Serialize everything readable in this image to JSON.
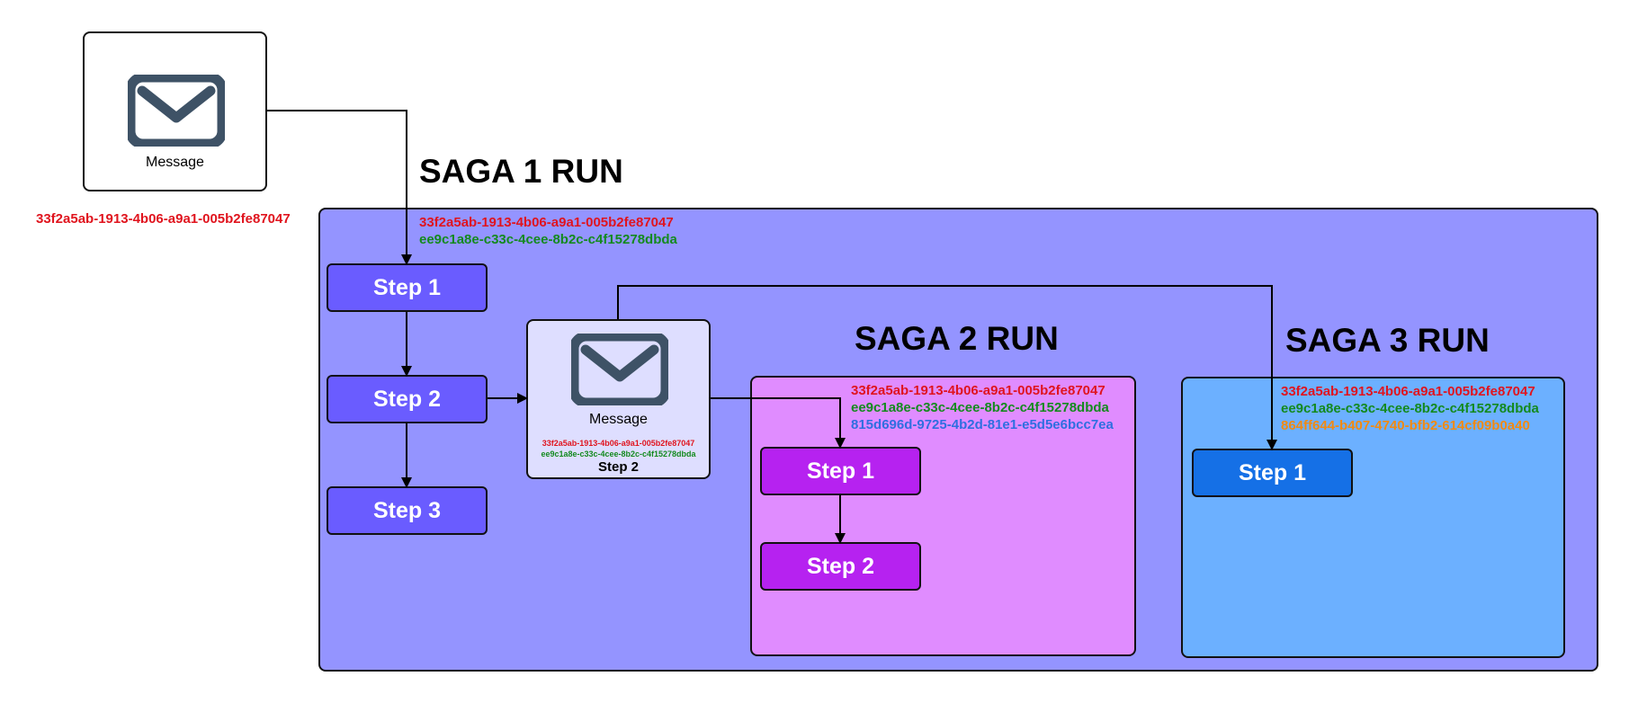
{
  "colors": {
    "id_red": "#e0141e",
    "id_green": "#148a1e",
    "id_blue": "#2f6fe0",
    "id_orange": "#f28a10",
    "saga1_bg": "#9494ff",
    "saga1_step": "#6a5cff",
    "saga2_bg": "#e08cff",
    "saga2_step": "#b622f0",
    "saga3_bg": "#6cb0ff",
    "saga3_step": "#1570e6",
    "message_inner_bg": "#dedeff",
    "envelope": "#3e5266"
  },
  "source_message": {
    "icon": "envelope-icon",
    "label": "Message",
    "id": "33f2a5ab-1913-4b06-a9a1-005b2fe87047"
  },
  "saga1": {
    "title": "SAGA 1 RUN",
    "ids": [
      "33f2a5ab-1913-4b06-a9a1-005b2fe87047",
      "ee9c1a8e-c33c-4cee-8b2c-c4f15278dbda"
    ],
    "steps": [
      "Step 1",
      "Step 2",
      "Step 3"
    ]
  },
  "inner_message": {
    "icon": "envelope-icon",
    "label": "Message",
    "ids": [
      "33f2a5ab-1913-4b06-a9a1-005b2fe87047",
      "ee9c1a8e-c33c-4cee-8b2c-c4f15278dbda"
    ],
    "source_step": "Step 2"
  },
  "saga2": {
    "title": "SAGA 2 RUN",
    "ids": [
      "33f2a5ab-1913-4b06-a9a1-005b2fe87047",
      "ee9c1a8e-c33c-4cee-8b2c-c4f15278dbda",
      "815d696d-9725-4b2d-81e1-e5d5e6bcc7ea"
    ],
    "steps": [
      "Step 1",
      "Step 2"
    ]
  },
  "saga3": {
    "title": "SAGA 3 RUN",
    "ids": [
      "33f2a5ab-1913-4b06-a9a1-005b2fe87047",
      "ee9c1a8e-c33c-4cee-8b2c-c4f15278dbda",
      "864ff644-b407-4740-bfb2-614cf09b0a40"
    ],
    "steps": [
      "Step 1"
    ]
  }
}
